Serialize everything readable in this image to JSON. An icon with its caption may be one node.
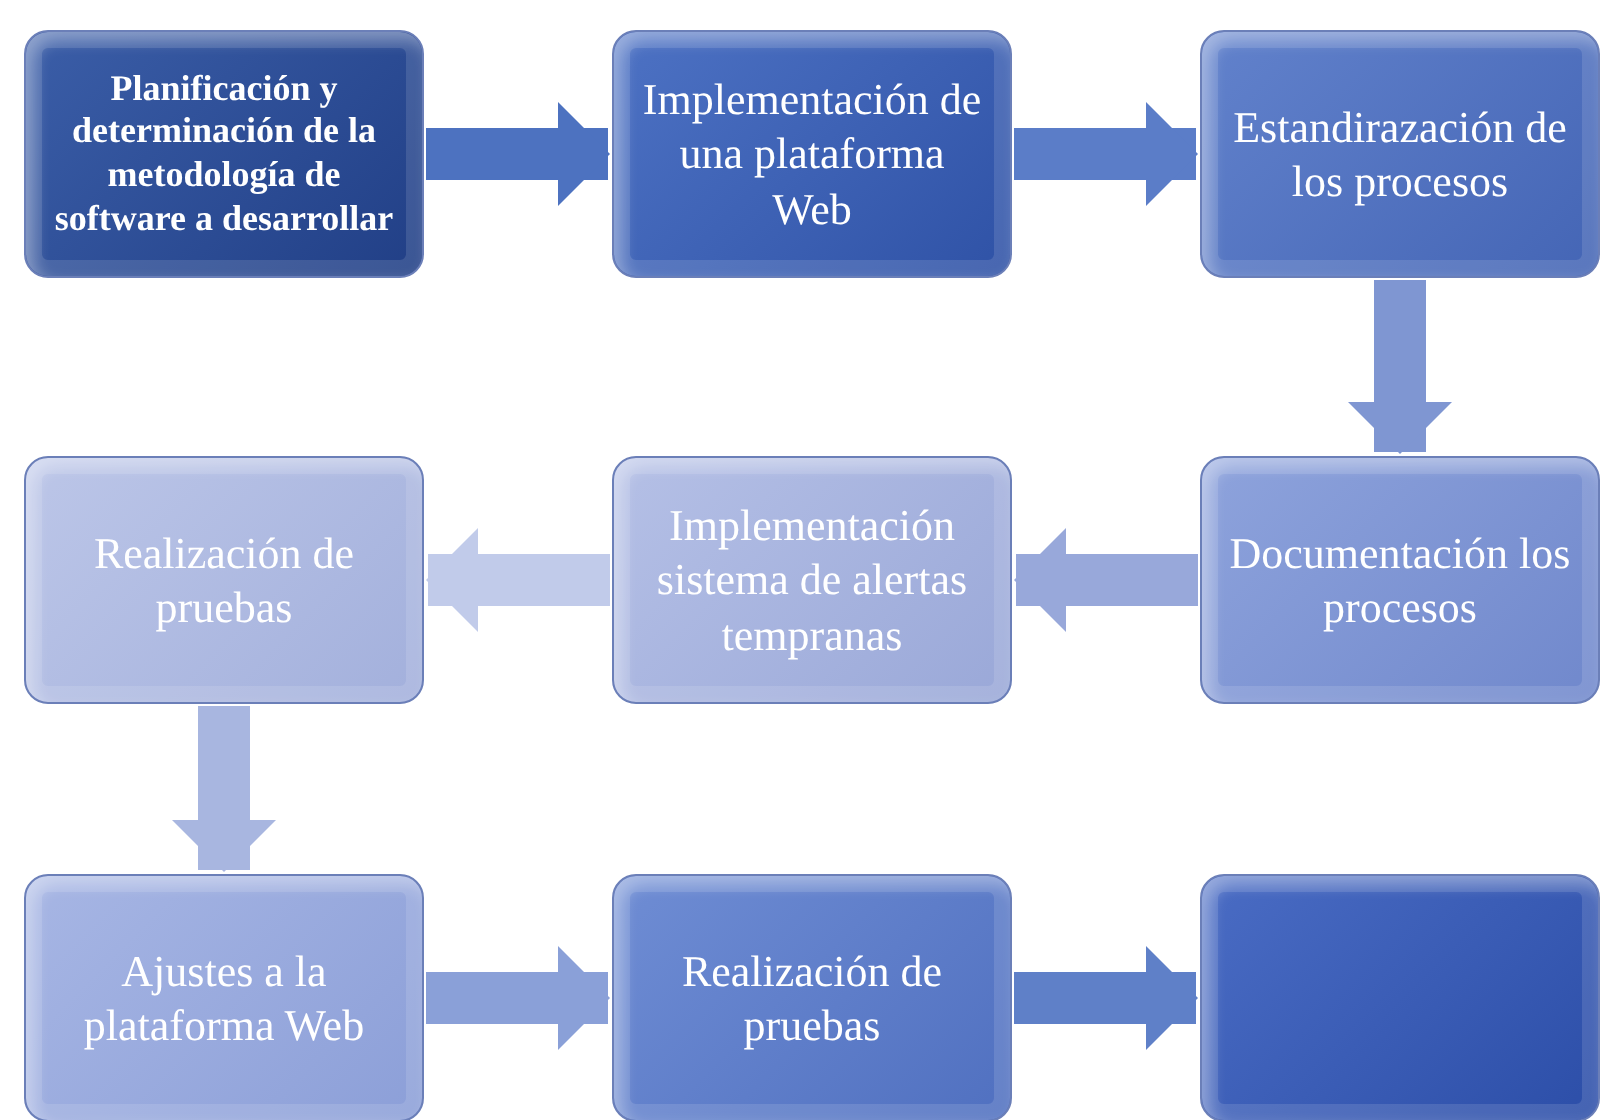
{
  "diagram": {
    "nodes": [
      {
        "text": [
          "Planificación y determinación de la metodología de software a desarrollar"
        ]
      },
      {
        "text": [
          "Implementación de una plataforma Web"
        ]
      },
      {
        "text": [
          "Estandirazación de los procesos"
        ]
      },
      {
        "text": [
          "Realización de pruebas"
        ]
      },
      {
        "text": [
          "Implementación sistema de alertas tempranas"
        ]
      },
      {
        "text": [
          "Documentación los procesos"
        ]
      },
      {
        "text": [
          "Ajustes a la plataforma Web"
        ]
      },
      {
        "text": [
          "Realización de pruebas"
        ]
      },
      {
        "text": [],
        "shape": "box"
      }
    ],
    "edges": [
      {
        "from": 0,
        "to": 1,
        "arrow": "to",
        "color": "#4d72c0"
      },
      {
        "from": 1,
        "to": 2,
        "arrow": "to",
        "color": "#5b7dc8"
      },
      {
        "from": 2,
        "to": 5,
        "arrow": "to",
        "color": "#7f96d2"
      },
      {
        "from": 5,
        "to": 4,
        "arrow": "to",
        "color": "#98a8da"
      },
      {
        "from": 4,
        "to": 3,
        "arrow": "to",
        "color": "#c1cbea"
      },
      {
        "from": 3,
        "to": 6,
        "arrow": "to",
        "color": "#a8b6e0"
      },
      {
        "from": 6,
        "to": 7,
        "arrow": "to",
        "color": "#8aa0d8"
      },
      {
        "from": 7,
        "to": 8,
        "arrow": "to",
        "color": "#5f80c8"
      }
    ]
  }
}
